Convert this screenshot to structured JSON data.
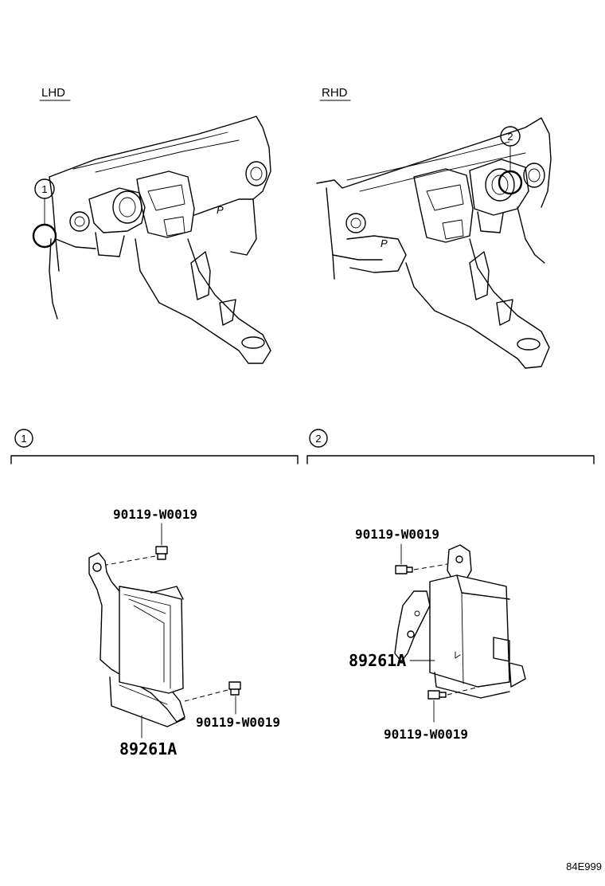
{
  "views": {
    "lhd": {
      "label": "LHD",
      "callout": "1"
    },
    "rhd": {
      "label": "RHD",
      "callout": "2"
    }
  },
  "sections": [
    {
      "number": "1",
      "parts": {
        "bolt_top": "90119-W0019",
        "bolt_bottom": "90119-W0019",
        "module": "89261A"
      }
    },
    {
      "number": "2",
      "parts": {
        "bolt_top": "90119-W0019",
        "bolt_bottom": "90119-W0019",
        "module": "89261A"
      }
    }
  ],
  "diagram_code": "84E999"
}
